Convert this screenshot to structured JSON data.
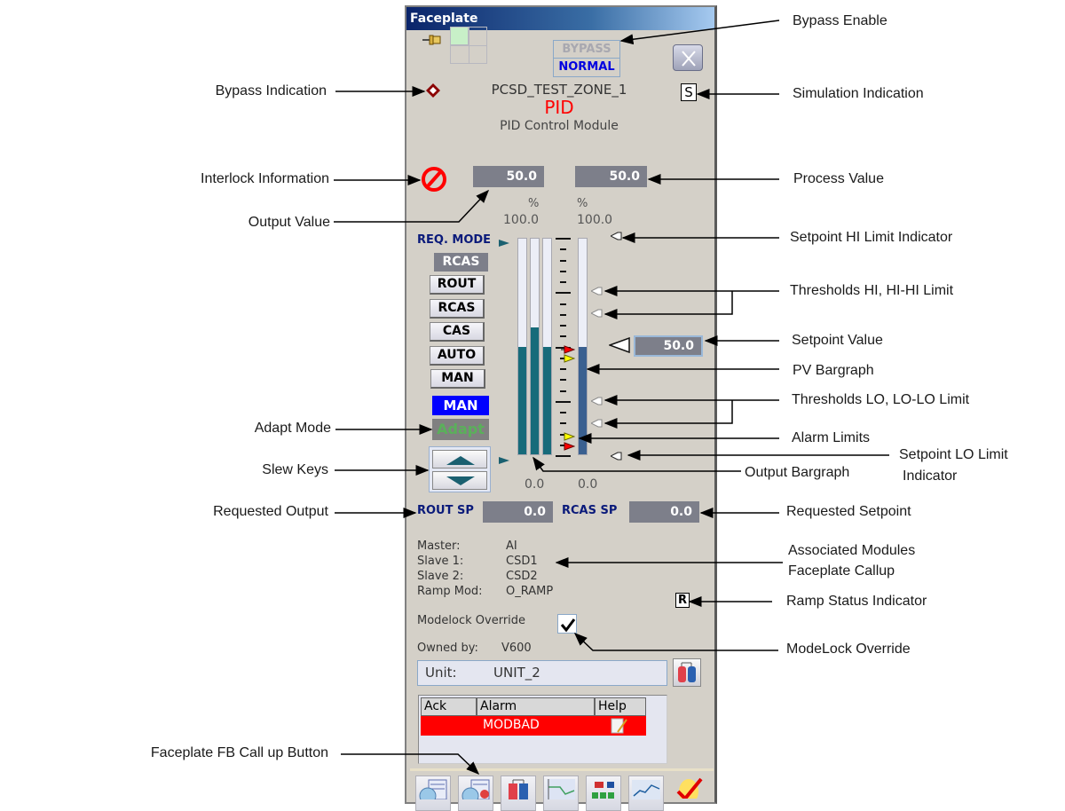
{
  "window": {
    "title": "Faceplate"
  },
  "header": {
    "bypass_label": "BYPASS",
    "normal_label": "NORMAL",
    "module_name": "PCSD_TEST_ZONE_1",
    "module_type": "PID",
    "module_desc": "PID Control Module",
    "simulation_letter": "S"
  },
  "values": {
    "output_value": "50.0",
    "process_value": "50.0",
    "output_unit": "%",
    "pv_unit": "%",
    "output_scale_high": "100.0",
    "pv_scale_high": "100.0",
    "output_scale_low": "0.0",
    "pv_scale_low": "0.0",
    "setpoint_value": "50.0"
  },
  "bargraph": {
    "output_bars_percent": [
      50,
      59,
      50
    ],
    "pv_bar_percent": 50,
    "colors": {
      "output": "#176b7a",
      "pv": "#3a6090",
      "alarm_hi": "#ff0000",
      "alarm_lo": "#ffff00"
    }
  },
  "modes": {
    "req_mode_label": "REQ. MODE",
    "req_mode_value": "RCAS",
    "buttons": [
      "ROUT",
      "RCAS",
      "CAS",
      "AUTO",
      "MAN"
    ],
    "actual_mode": "MAN",
    "adapt_label": "Adapt"
  },
  "requested": {
    "rout_label": "ROUT SP",
    "rout_value": "0.0",
    "rcas_label": "RCAS SP",
    "rcas_value": "0.0"
  },
  "info": {
    "rows": [
      {
        "label": "Master:",
        "value": "AI"
      },
      {
        "label": "Slave 1:",
        "value": "CSD1"
      },
      {
        "label": "Slave 2:",
        "value": "CSD2"
      },
      {
        "label": "Ramp Mod:",
        "value": "O_RAMP"
      }
    ],
    "ramp_letter": "R",
    "modelock_label": "Modelock Override",
    "modelock_checked": true,
    "owned_label": "Owned by:",
    "owned_value": "V600",
    "unit_label": "Unit:",
    "unit_value": "UNIT_2"
  },
  "alarms": {
    "columns": [
      "Ack",
      "Alarm",
      "Help"
    ],
    "rows": [
      {
        "ack": "",
        "alarm": "MODBAD",
        "help": "help-note-icon"
      }
    ],
    "row_color": "#ff0000"
  },
  "toolbar": {
    "icons": [
      "detail-icon",
      "faceplate-fb-icon",
      "unit-tanks-icon",
      "trend-icon",
      "hierarchy-icon",
      "chart-icon",
      "ack-alarm-icon"
    ]
  },
  "callouts": {
    "bypass_enable": "Bypass Enable",
    "bypass_indication": "Bypass Indication",
    "simulation_indication": "Simulation Indication",
    "interlock_information": "Interlock Information",
    "process_value": "Process Value",
    "output_value": "Output Value",
    "sp_hi_limit": "Setpoint HI Limit Indicator",
    "thresholds_hi": "Thresholds HI,  HI-HI  Limit",
    "setpoint_value": "Setpoint Value",
    "pv_bargraph": "PV Bargraph",
    "thresholds_lo": "Thresholds LO,  LO-LO  Limit",
    "adapt_mode": "Adapt Mode",
    "alarm_limits": "Alarm Limits",
    "slew_keys": "Slew Keys",
    "sp_lo_limit_1": "Setpoint LO Limit",
    "sp_lo_limit_2": "Indicator",
    "output_bargraph": "Output Bargraph",
    "requested_output": "Requested Output",
    "requested_setpoint": "Requested Setpoint",
    "assoc_modules_1": "Associated Modules",
    "assoc_modules_2": "Faceplate Callup",
    "ramp_status": "Ramp Status Indicator",
    "modelock_override": "ModeLock Override",
    "fb_callup": "Faceplate FB Call up Button"
  }
}
